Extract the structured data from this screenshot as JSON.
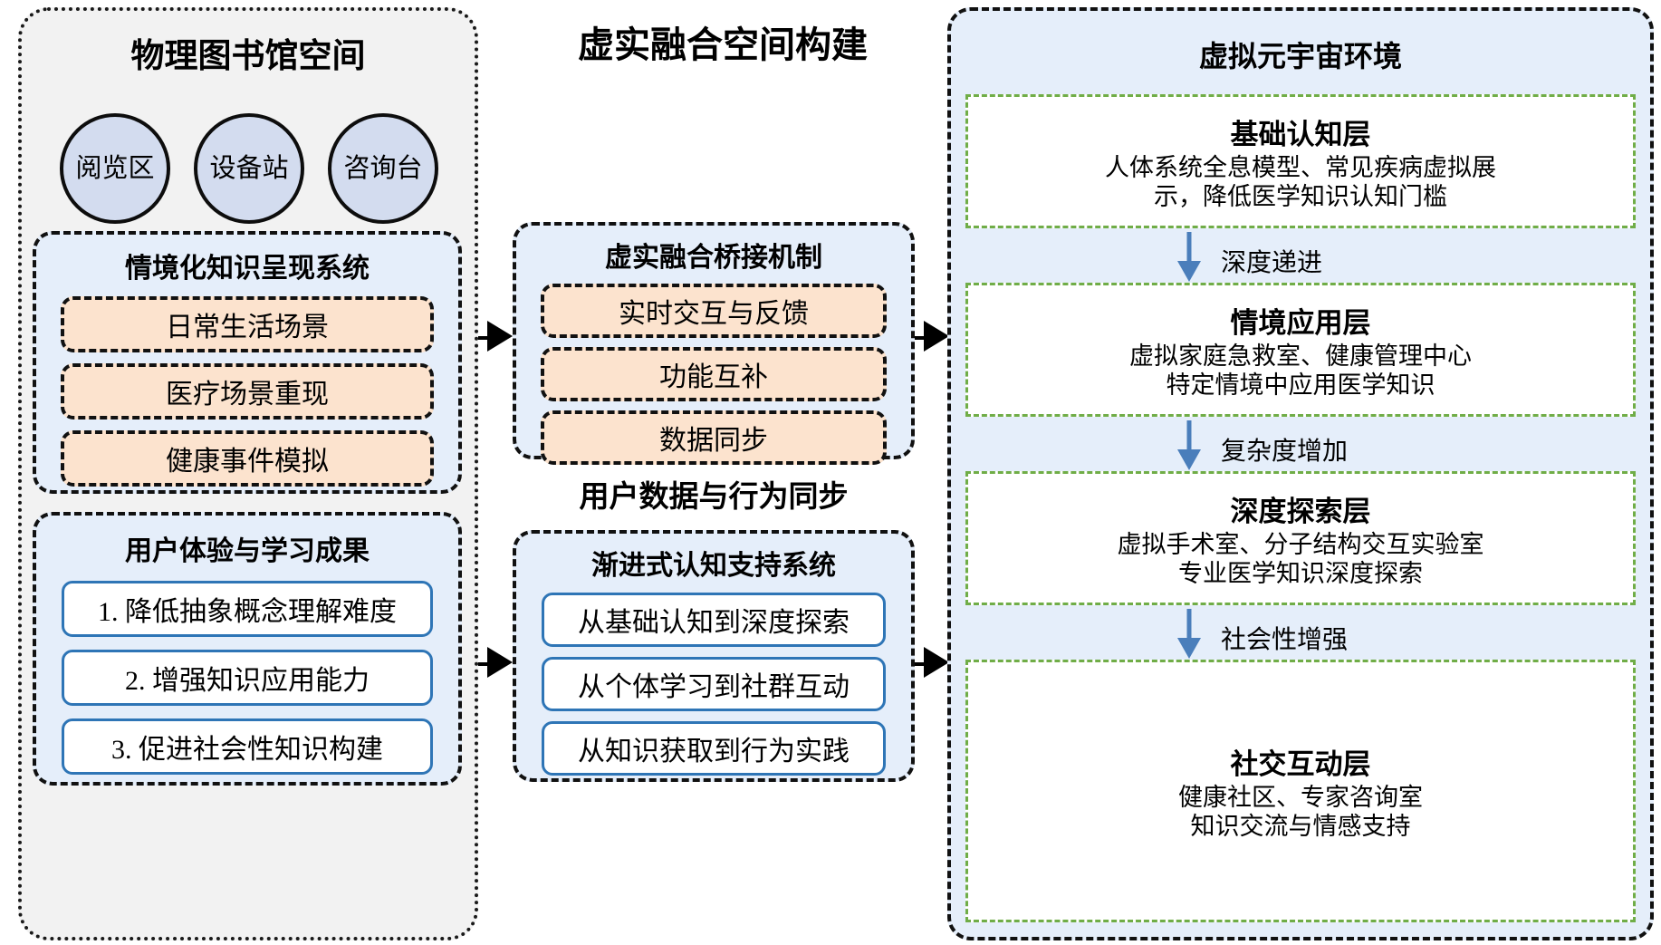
{
  "title": "虚实融合空间构建",
  "colors": {
    "panel_gray": "#f2f2f2",
    "panel_blue": "#e5eefa",
    "pill_peach": "#fce3ce",
    "pill_blue_border": "#2e75b6",
    "circle_fill": "#d3dcef",
    "layer_border_green": "#70ad47",
    "arrow_blue": "#4a7ebb"
  },
  "left_panel": {
    "title": "物理图书馆空间",
    "circles": [
      "阅览区",
      "设备站",
      "咨询台"
    ],
    "knowledge_system": {
      "title": "情境化知识呈现系统",
      "items": [
        "日常生活场景",
        "医疗场景重现",
        "健康事件模拟"
      ]
    },
    "outcomes": {
      "title": "用户体验与学习成果",
      "items": [
        "1. 降低抽象概念理解难度",
        "2. 增强知识应用能力",
        "3. 促进社会性知识构建"
      ]
    }
  },
  "middle_panel": {
    "bridge": {
      "title": "虚实融合桥接机制",
      "items": [
        "实时交互与反馈",
        "功能互补",
        "数据同步"
      ]
    },
    "sync_label": "用户数据与行为同步",
    "progressive": {
      "title": "渐进式认知支持系统",
      "items": [
        "从基础认知到深度探索",
        "从个体学习到社群互动",
        "从知识获取到行为实践"
      ]
    }
  },
  "right_panel": {
    "title": "虚拟元宇宙环境",
    "layers": [
      {
        "title": "基础认知层",
        "desc_lines": [
          "人体系统全息模型、常见疾病虚拟展",
          "示，降低医学知识认知门槛"
        ]
      },
      {
        "title": "情境应用层",
        "desc_lines": [
          "虚拟家庭急救室、健康管理中心",
          "特定情境中应用医学知识"
        ]
      },
      {
        "title": "深度探索层",
        "desc_lines": [
          "虚拟手术室、分子结构交互实验室",
          "专业医学知识深度探索"
        ]
      },
      {
        "title": "社交互动层",
        "desc_lines": [
          "健康社区、专家咨询室",
          "知识交流与情感支持"
        ]
      }
    ],
    "transitions": [
      "深度递进",
      "复杂度增加",
      "社会性增强"
    ]
  },
  "connectors": {
    "left_to_mid_top": "arrow-right",
    "left_to_mid_bottom": "arrow-right-dashed",
    "mid_to_right_top": "arrow-right-dashed",
    "mid_to_right_bottom": "arrow-right-dashed"
  }
}
